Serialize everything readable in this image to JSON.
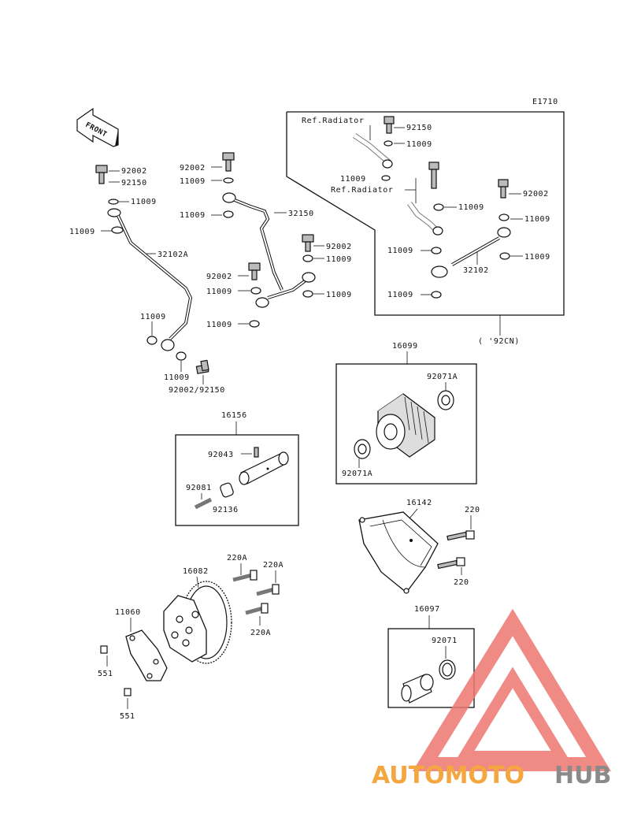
{
  "diagram": {
    "code": "E1710",
    "front_label": "FRONT",
    "ref_radiator_1": "Ref.Radiator",
    "ref_radiator_2": "Ref.Radiator",
    "note_92cn": "( '92CN)",
    "left_pipe": {
      "top_bolt": "92002",
      "top_bolt_alt": "92150",
      "washer_a": "11009",
      "washer_b": "11009",
      "pipe": "32102A",
      "washer_c": "11009",
      "washer_d": "11009",
      "bottom_bolt": "92002/92150"
    },
    "center_pipe": {
      "bolt_top": "92002",
      "washer_top": "11009",
      "washer_2": "11009",
      "pipe": "32150",
      "bolt_mid": "92002",
      "washer_mid": "11009",
      "bolt_low": "92002",
      "washer_low": "11009",
      "washer_low2": "11009",
      "washer_bottom": "11009"
    },
    "box_92cn": {
      "bolt_top": "92150",
      "washer_top": "11009",
      "washer_2": "11009",
      "washer_3": "11009",
      "bolt_right": "92002",
      "washer_right": "11009",
      "washer_left": "11009",
      "washer_right2": "11009",
      "pipe": "32102",
      "washer_bottom": "11009"
    },
    "filter_box": {
      "part": "16099",
      "ring_top": "92071A",
      "ring_bottom": "92071A"
    },
    "valve_box": {
      "part": "16156",
      "pin": "92043",
      "spring": "92081",
      "plug": "92136"
    },
    "cover": {
      "part": "16142",
      "bolt_top": "220",
      "bolt_bottom": "220"
    },
    "pump": {
      "part": "16082",
      "bolt_a": "220A",
      "bolt_b": "220A",
      "bolt_c": "220A"
    },
    "plate": {
      "part": "11060",
      "dowel_a": "551",
      "dowel_b": "551"
    },
    "relief_box": {
      "part": "16097",
      "ring": "92071"
    }
  },
  "watermark": {
    "brand_a": "AUTOMOTO",
    "brand_b": "HUB"
  },
  "colors": {
    "line": "#111111",
    "wm_orange": "#f4a640",
    "wm_red": "#ee7670",
    "wm_gray": "#8a8a8a"
  }
}
